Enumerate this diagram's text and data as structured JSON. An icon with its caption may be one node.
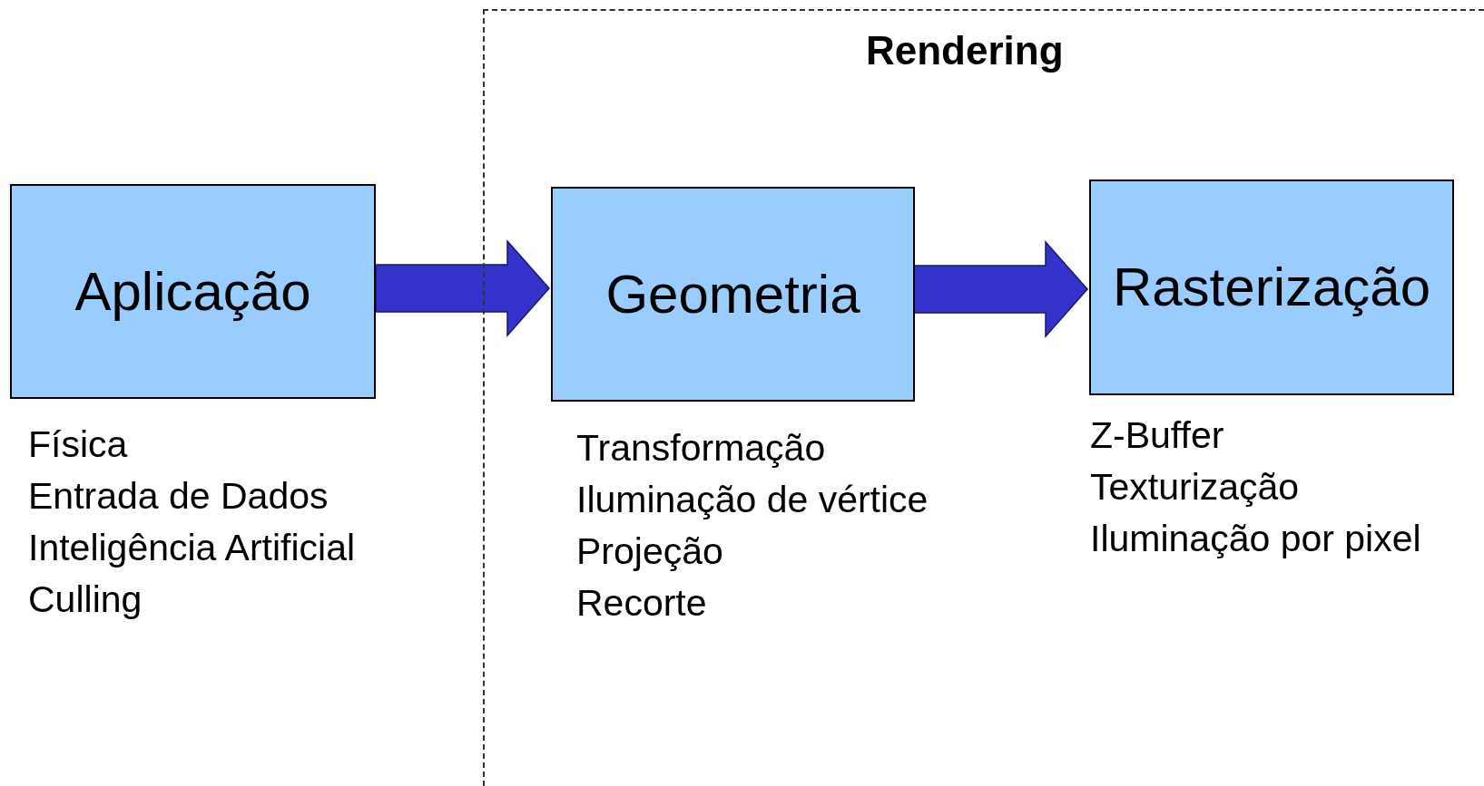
{
  "diagram": {
    "nodes": [
      {
        "text": [
          "Rendering"
        ]
      },
      {
        "text": [
          "Aplicação"
        ],
        "beside": [
          "Física",
          "Entrada de Dados",
          "Inteligência Artificial",
          "Culling"
        ]
      },
      {
        "text": [
          "Geometria"
        ],
        "in": 0,
        "beside": [
          "Transformação",
          "Iluminação de vértice",
          "Projeção",
          "Recorte"
        ]
      },
      {
        "text": [
          "Rasterização"
        ],
        "in": 0,
        "beside": [
          "Z-Buffer",
          "Texturização",
          "Iluminação por pixel"
        ]
      }
    ],
    "edges": [
      {
        "from": 1,
        "to": 2,
        "arrow": "to"
      },
      {
        "from": 2,
        "to": 3,
        "arrow": "to"
      }
    ]
  }
}
